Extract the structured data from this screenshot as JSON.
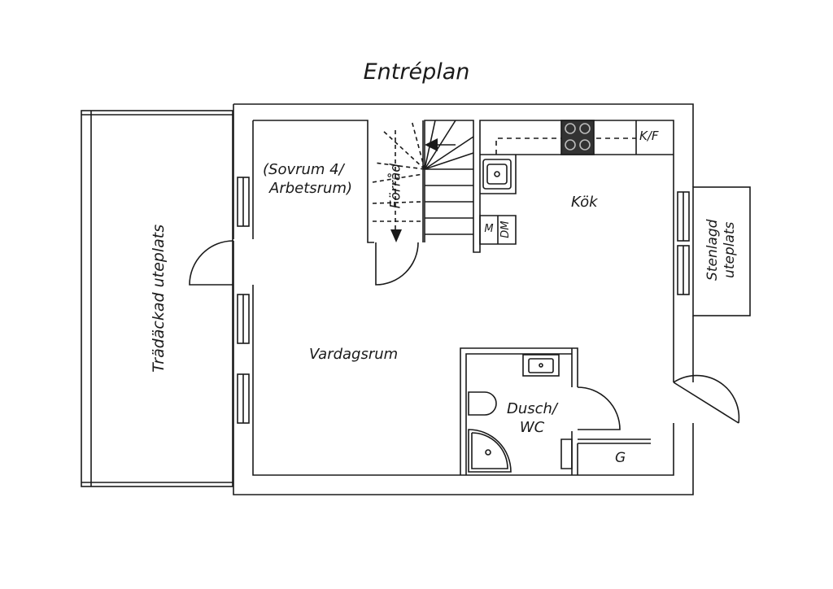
{
  "title": "Entréplan",
  "rooms": {
    "bedroom_line1": "(Sovrum 4/",
    "bedroom_line2": "Arbetsrum)",
    "storage": "Förråd",
    "kitchen": "Kök",
    "kitchen_appliance": "K/F",
    "washer": "M",
    "dishwasher": "DM",
    "living": "Vardagsrum",
    "bath_line1": "Dusch/",
    "bath_line2": "WC",
    "garderobe": "G",
    "deck": "Trädäckad uteplats",
    "stone_line1": "Stenlagd",
    "stone_line2": "uteplats"
  },
  "colors": {
    "line": "#1a1a1a",
    "stove": "#333333",
    "stove_ring": "#bbbbbb"
  }
}
